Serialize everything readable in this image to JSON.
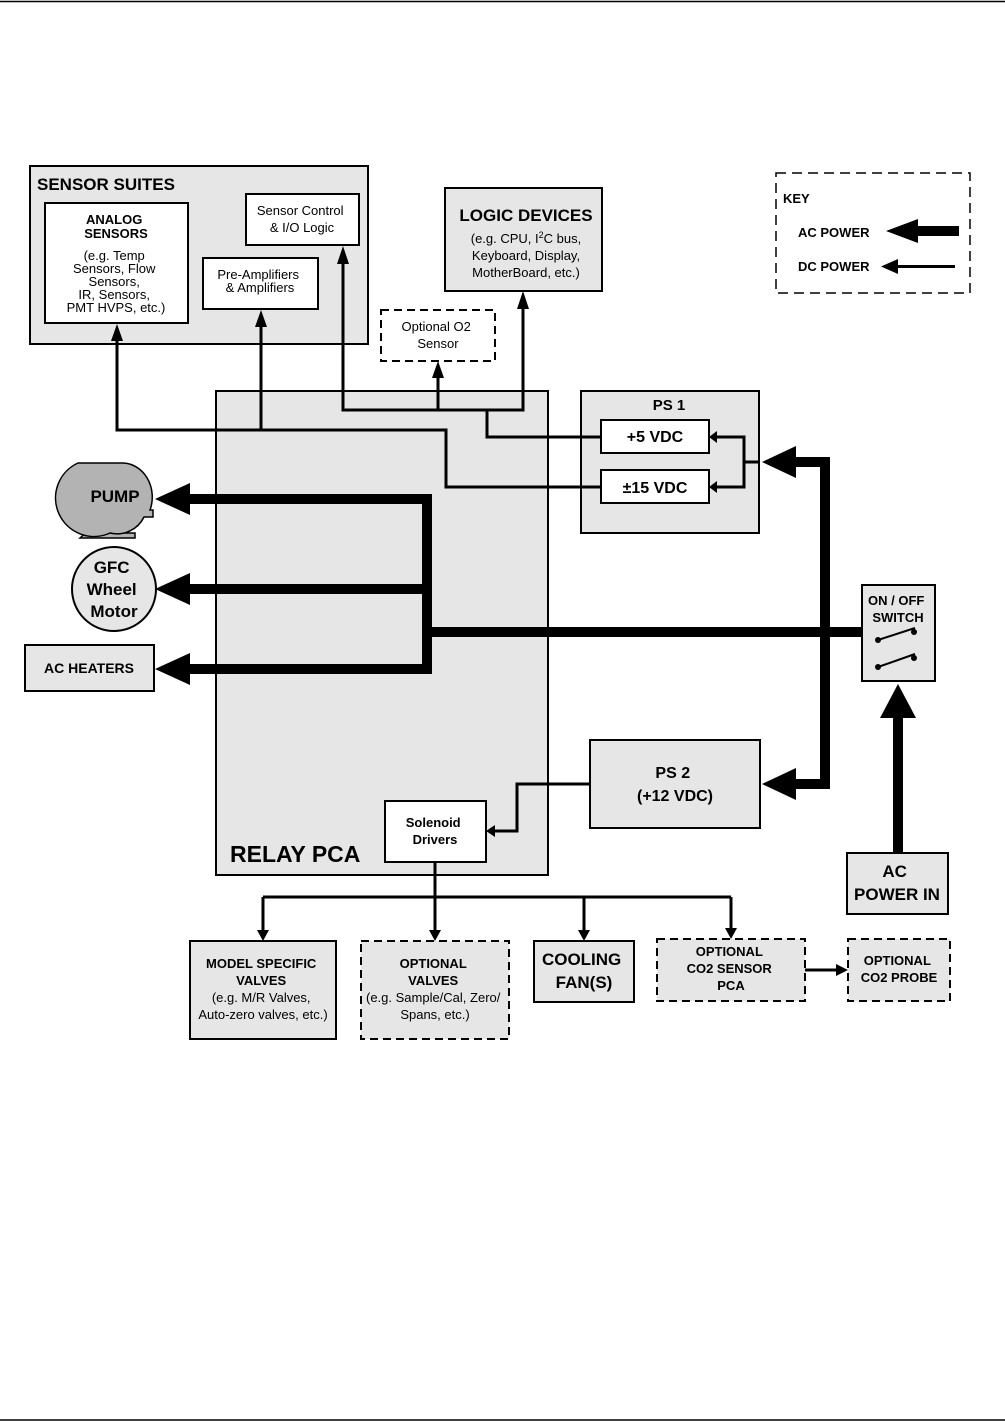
{
  "sensor_suites": {
    "title": "SENSOR SUITES",
    "analog_sensors": {
      "title_lines": [
        "ANALOG",
        "SENSORS"
      ],
      "detail_lines": [
        "(e.g. Temp",
        "Sensors, Flow",
        "Sensors,",
        "IR, Sensors,",
        "PMT HVPS, etc.)"
      ]
    },
    "sensor_control": [
      "Sensor Control",
      "& I/O Logic"
    ],
    "pre_amplifiers": [
      "Pre-Amplifiers",
      "& Amplifiers"
    ]
  },
  "logic_devices": {
    "title": "LOGIC DEVICES",
    "line1_pre": "(e.g. CPU, I",
    "line1_sup": "2",
    "line1_post": "C bus,",
    "line2": "Keyboard, Display,",
    "line3": "MotherBoard, etc.)"
  },
  "optional_o2": [
    "Optional O2",
    "Sensor"
  ],
  "key": {
    "title": "KEY",
    "ac_power": "AC POWER",
    "dc_power": "DC POWER"
  },
  "ps1": {
    "title": "PS 1",
    "out_5v": "+5 VDC",
    "out_15v": "±15 VDC"
  },
  "ps2": [
    "PS 2",
    "(+12 VDC)"
  ],
  "relay_pca": "RELAY PCA",
  "solenoid_drivers": [
    "Solenoid",
    "Drivers"
  ],
  "pump": "PUMP",
  "gfc_wheel_motor": [
    "GFC",
    "Wheel",
    "Motor"
  ],
  "ac_heaters": "AC HEATERS",
  "on_off_switch": [
    "ON / OFF",
    "SWITCH"
  ],
  "ac_power_in": [
    "AC",
    "POWER IN"
  ],
  "model_specific_valves": [
    "MODEL SPECIFIC",
    "VALVES",
    "(e.g. M/R Valves,",
    "Auto-zero valves, etc.)"
  ],
  "optional_valves": [
    "OPTIONAL",
    "VALVES",
    "(e.g. Sample/Cal, Zero/",
    "Spans, etc.)"
  ],
  "cooling_fans": [
    "COOLING",
    "FAN(S)"
  ],
  "optional_co2_sensor_pca": [
    "OPTIONAL",
    "CO2 SENSOR",
    "PCA"
  ],
  "optional_co2_probe": [
    "OPTIONAL",
    "CO2 PROBE"
  ],
  "colors": {
    "box_fill": "#e6e6e6",
    "white_fill": "#ffffff",
    "stroke": "#000000",
    "pump_fill": "#b3b3b3"
  }
}
